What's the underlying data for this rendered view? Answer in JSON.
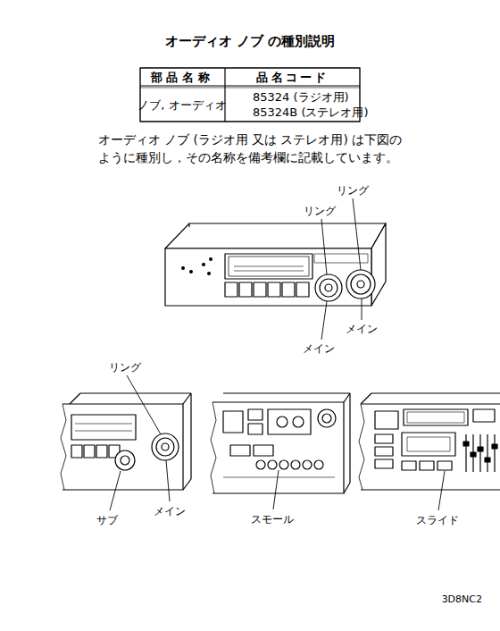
{
  "diagram": {
    "title": "オーディオ ノブ の種別説明",
    "labels": [
      "部品名称",
      "品名コード",
      "ノブ, オーディオ",
      "85324 (ラジオ用)",
      "85324B (ステレオ用)",
      "オーディオ ノブ (ラジオ用 又は ステレオ用) は下図のように種別し，その名称を備考欄に記載しています。",
      "リング",
      "リング",
      "メイン",
      "メイン",
      "リング",
      "サブ",
      "メイン",
      "スモール",
      "スライド",
      "3D8NC2"
    ]
  }
}
